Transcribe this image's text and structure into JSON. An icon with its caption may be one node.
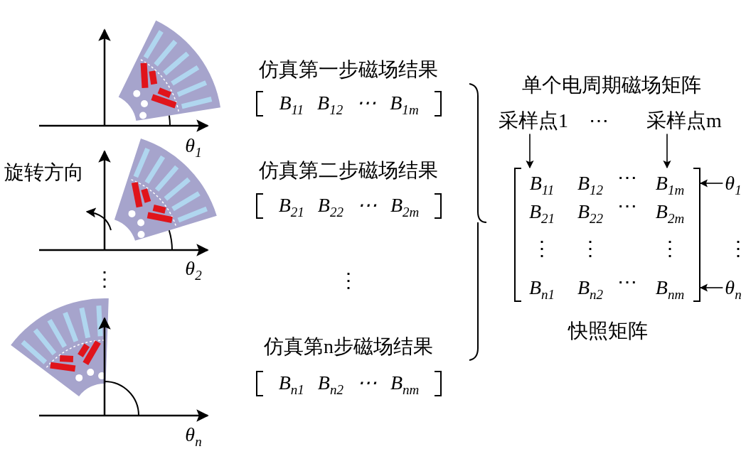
{
  "diagram": {
    "nodes": [
      {
        "text": [
          "仿真第一步磁场结果",
          "B$_{11}$ B$_{12}$ ⋯ B$_{1m}$"
        ]
      },
      {
        "text": [
          "仿真第二步磁场结果",
          "B$_{21}$ B$_{22}$ ⋯ B$_{2m}$"
        ]
      },
      {
        "text": [
          "仿真第n步磁场结果",
          "B$_{n1}$ B$_{n2}$ ⋯ B$_{nm}$"
        ]
      },
      {
        "text": [
          "采样点1"
        ]
      },
      {
        "text": [
          "采样点m"
        ]
      },
      {
        "text": [
          "B$_{11}$",
          "B$_{12}$",
          "⋯",
          "B$_{1m}$",
          "B$_{21}$",
          "B$_{22}$",
          "⋯",
          "B$_{2m}$",
          "⋮",
          "⋮",
          "⋮",
          "B$_{n1}$",
          "B$_{n2}$",
          "⋯",
          "B$_{nm}$"
        ]
      },
      {
        "text": [
          "θ$_{1}$"
        ]
      },
      {
        "text": [
          "θ$_{n}$"
        ]
      }
    ],
    "edges": [
      {
        "from": 3,
        "to": 5,
        "arrow": "to"
      },
      {
        "from": 4,
        "to": 5,
        "arrow": "to"
      },
      {
        "from": 6,
        "to": 5,
        "arrow": "to"
      },
      {
        "from": 7,
        "to": 5,
        "arrow": "to"
      }
    ],
    "labels": [
      "θ$_{1}$",
      "旋转方向",
      "θ$_{2}$",
      "⋮",
      "⋮",
      "θ$_{n}$",
      "单个电周期磁场矩阵",
      "⋯",
      "⋮",
      "快照矩阵"
    ]
  }
}
